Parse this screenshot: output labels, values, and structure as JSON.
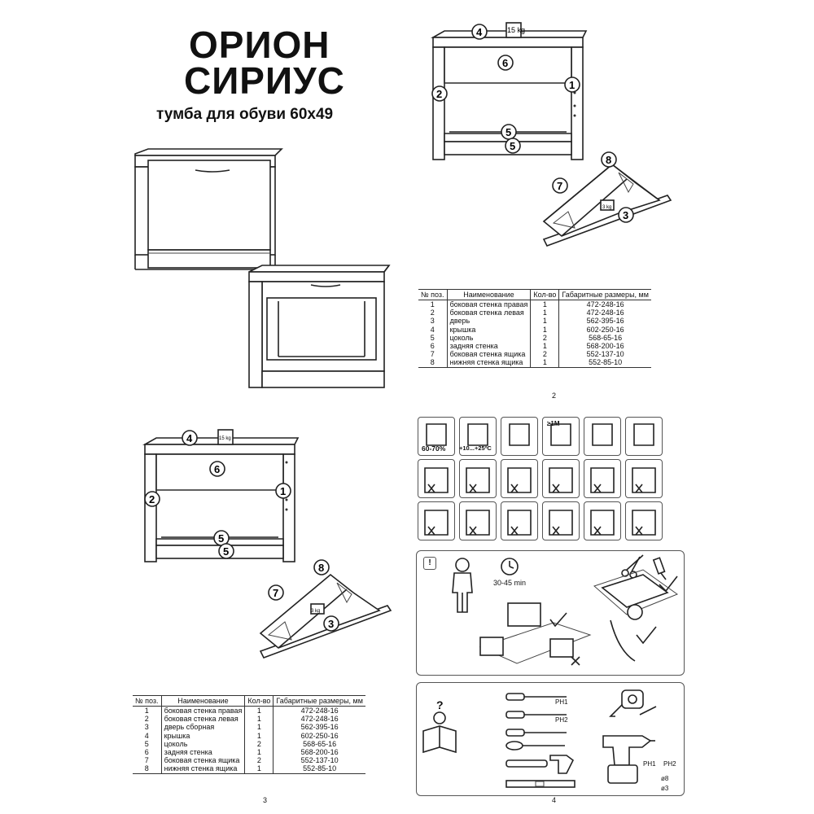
{
  "title_line1": "ОРИОН",
  "title_line2": "СИРИУС",
  "subtitle": "тумба для обуви 60x49",
  "weight_top": "15 kg",
  "weight_box": "3 kg",
  "part_labels": [
    "1",
    "2",
    "3",
    "4",
    "5",
    "5",
    "6",
    "7",
    "8"
  ],
  "parts_table": {
    "headers": [
      "№ поз.",
      "Наименование",
      "Кол-во",
      "Габаритные размеры, мм"
    ],
    "rows_page2": [
      [
        "1",
        "боковая стенка правая",
        "1",
        "472-248-16"
      ],
      [
        "2",
        "боковая стенка левая",
        "1",
        "472-248-16"
      ],
      [
        "3",
        "дверь",
        "1",
        "562-395-16"
      ],
      [
        "4",
        "крышка",
        "1",
        "602-250-16"
      ],
      [
        "5",
        "цоколь",
        "2",
        "568-65-16"
      ],
      [
        "6",
        "задняя стенка",
        "1",
        "568-200-16"
      ],
      [
        "7",
        "боковая стенка ящика",
        "2",
        "552-137-10"
      ],
      [
        "8",
        "нижняя стенка ящика",
        "1",
        "552-85-10"
      ]
    ],
    "rows_page3": [
      [
        "1",
        "боковая стенка правая",
        "1",
        "472-248-16"
      ],
      [
        "2",
        "боковая стенка левая",
        "1",
        "472-248-16"
      ],
      [
        "3",
        "дверь сборная",
        "1",
        "562-395-16"
      ],
      [
        "4",
        "крышка",
        "1",
        "602-250-16"
      ],
      [
        "5",
        "цоколь",
        "2",
        "568-65-16"
      ],
      [
        "6",
        "задняя стенка",
        "1",
        "568-200-16"
      ],
      [
        "7",
        "боковая стенка ящика",
        "2",
        "552-137-10"
      ],
      [
        "8",
        "нижняя стенка ящика",
        "1",
        "552-85-10"
      ]
    ]
  },
  "page_numbers": {
    "p2": "2",
    "p3": "3",
    "p4": "4"
  },
  "care": {
    "humidity": "60-70%",
    "temperature": "+10...+25ºC",
    "distance": "≥1M"
  },
  "assembly": {
    "time": "30-45 min",
    "exclamation": "!",
    "question": "?"
  },
  "tools": {
    "ph1": "PH1",
    "ph2": "PH2",
    "drill_ph1": "PH1",
    "drill_ph2": "PH2",
    "bit8": "ø8",
    "bit3": "ø3"
  },
  "icons": [
    "humidity-icon",
    "thermometer-icon",
    "sunlight-icon",
    "heater-distance-icon",
    "window-icon",
    "wall-mount-icon",
    "no-climb-icon",
    "no-sit-icon",
    "no-stack-icon",
    "no-lean-icon",
    "no-hang-icon",
    "no-wet-icon",
    "no-stand-icon",
    "no-drop-icon",
    "no-scratch-icon",
    "no-push-icon",
    "clock-icon",
    "scissors-icon",
    "knife-icon",
    "check-icon",
    "cross-icon",
    "screwdriver-icon",
    "hammer-icon",
    "tape-measure-icon",
    "drill-icon",
    "level-icon"
  ]
}
